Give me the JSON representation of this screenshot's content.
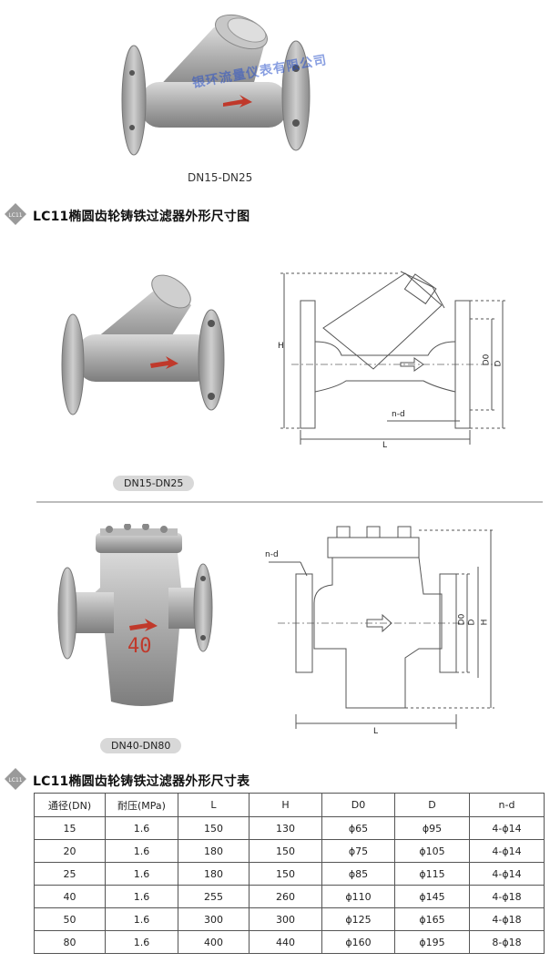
{
  "top_product": {
    "caption": "DN15-DN25",
    "watermark": "银环流量仪表有限公司"
  },
  "section1": {
    "badge": "LC11",
    "title": "LC11椭圆齿轮铸铁过滤器外形尺寸图"
  },
  "diagram1": {
    "photo_caption": "DN15-DN25",
    "labels": {
      "H": "H",
      "D0": "D0",
      "D": "D",
      "nd": "n-d",
      "L": "L"
    }
  },
  "diagram2": {
    "photo_caption": "DN40-DN80",
    "body_marking": "40",
    "labels": {
      "H": "H",
      "D0": "D0",
      "D": "D",
      "nd": "n-d",
      "L": "L"
    }
  },
  "section2": {
    "badge": "LC11",
    "title": "LC11椭圆齿轮铸铁过滤器外形尺寸表"
  },
  "table": {
    "headers": [
      "通径(DN)",
      "耐压(MPa)",
      "L",
      "H",
      "D0",
      "D",
      "n-d"
    ],
    "rows": [
      [
        "15",
        "1.6",
        "150",
        "130",
        "ϕ65",
        "ϕ95",
        "4-ϕ14"
      ],
      [
        "20",
        "1.6",
        "180",
        "150",
        "ϕ75",
        "ϕ105",
        "4-ϕ14"
      ],
      [
        "25",
        "1.6",
        "180",
        "150",
        "ϕ85",
        "ϕ115",
        "4-ϕ14"
      ],
      [
        "40",
        "1.6",
        "255",
        "260",
        "ϕ110",
        "ϕ145",
        "4-ϕ18"
      ],
      [
        "50",
        "1.6",
        "300",
        "300",
        "ϕ125",
        "ϕ165",
        "4-ϕ18"
      ],
      [
        "80",
        "1.6",
        "400",
        "440",
        "ϕ160",
        "ϕ195",
        "8-ϕ18"
      ]
    ]
  }
}
